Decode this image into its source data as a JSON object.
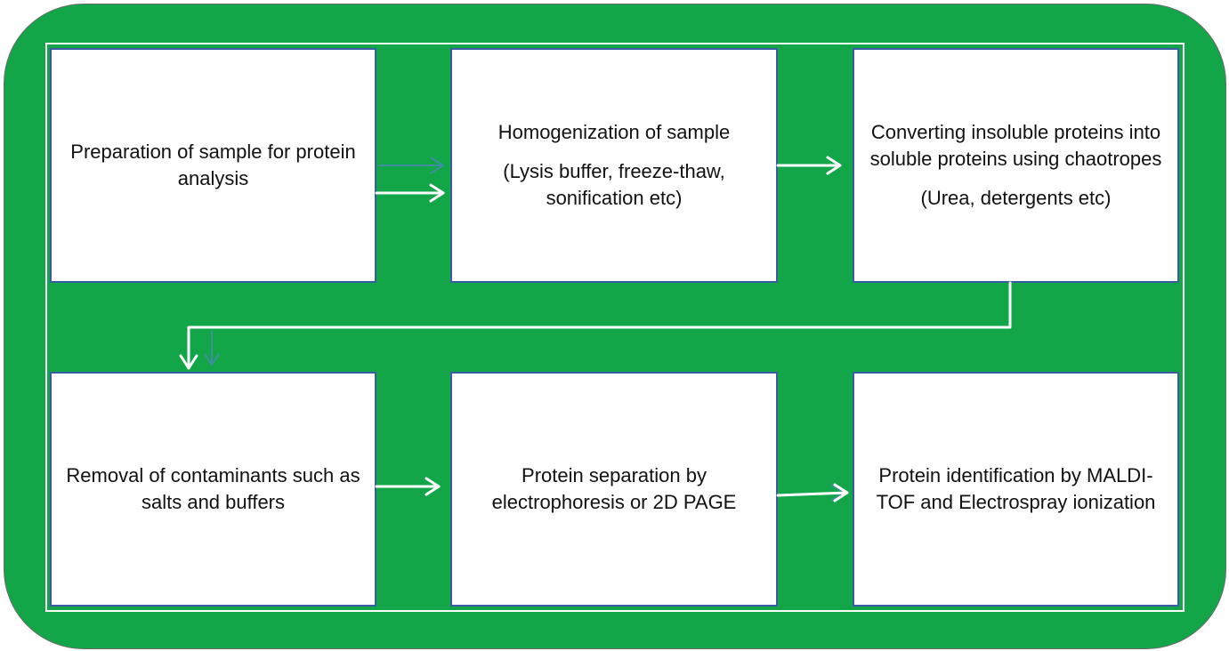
{
  "colors": {
    "panel_green": "#12a649",
    "frame_white": "#ffffff",
    "box_border": "#3b5ba5",
    "faint_arrow": "#3f8fa0"
  },
  "steps": [
    {
      "text": "Preparation of sample for protein analysis",
      "sub": ""
    },
    {
      "text": "Homogenization of sample",
      "sub": "(Lysis buffer, freeze-thaw, sonification etc)"
    },
    {
      "text": "Converting insoluble proteins into soluble proteins using chaotropes",
      "sub": "(Urea, detergents etc)"
    },
    {
      "text": "Removal of contaminants such as salts and buffers",
      "sub": ""
    },
    {
      "text": "Protein separation by electrophoresis or 2D PAGE",
      "sub": ""
    },
    {
      "text": "Protein identification by MALDI-TOF and Electrospray ionization",
      "sub": ""
    }
  ]
}
